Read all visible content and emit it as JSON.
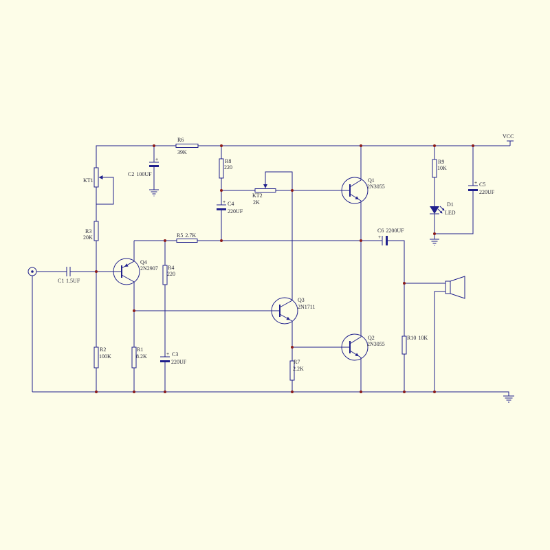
{
  "diagram": {
    "supply_label": "VCC",
    "polarity_mark": "+",
    "colors": {
      "background": "#fdfde8",
      "wire": "#20208c",
      "junction": "#8b1c1c",
      "text": "#26263a"
    },
    "components": {
      "R1": {
        "ref": "R1",
        "value": "8.2K"
      },
      "R2": {
        "ref": "R2",
        "value": "100K"
      },
      "R3": {
        "ref": "R3",
        "value": "20K"
      },
      "R4": {
        "ref": "R4",
        "value": "220"
      },
      "R5": {
        "ref": "R5",
        "value": "2.7K"
      },
      "R6": {
        "ref": "R6",
        "value": "39K"
      },
      "R7": {
        "ref": "R7",
        "value": "2.2K"
      },
      "R8": {
        "ref": "R8",
        "value": "220"
      },
      "R9": {
        "ref": "R9",
        "value": "10K"
      },
      "R10": {
        "ref": "R10",
        "value": "10K"
      },
      "C1": {
        "ref": "C1",
        "value": "1.5UF"
      },
      "C2": {
        "ref": "C2",
        "value": "100UF"
      },
      "C3": {
        "ref": "C3",
        "value": "220UF"
      },
      "C4": {
        "ref": "C4",
        "value": "220UF"
      },
      "C5": {
        "ref": "C5",
        "value": "220UF"
      },
      "C6": {
        "ref": "C6",
        "value": "2200UF"
      },
      "KT1": {
        "ref": "KT1"
      },
      "KT2": {
        "ref": "KT2",
        "value": "2K"
      },
      "Q1": {
        "ref": "Q1",
        "value": "2N3055"
      },
      "Q2": {
        "ref": "Q2",
        "value": "2N3055"
      },
      "Q3": {
        "ref": "Q3",
        "value": "2N1711"
      },
      "Q4": {
        "ref": "Q4",
        "value": "2N2907"
      },
      "D1": {
        "ref": "D1",
        "value": "LED"
      }
    }
  }
}
